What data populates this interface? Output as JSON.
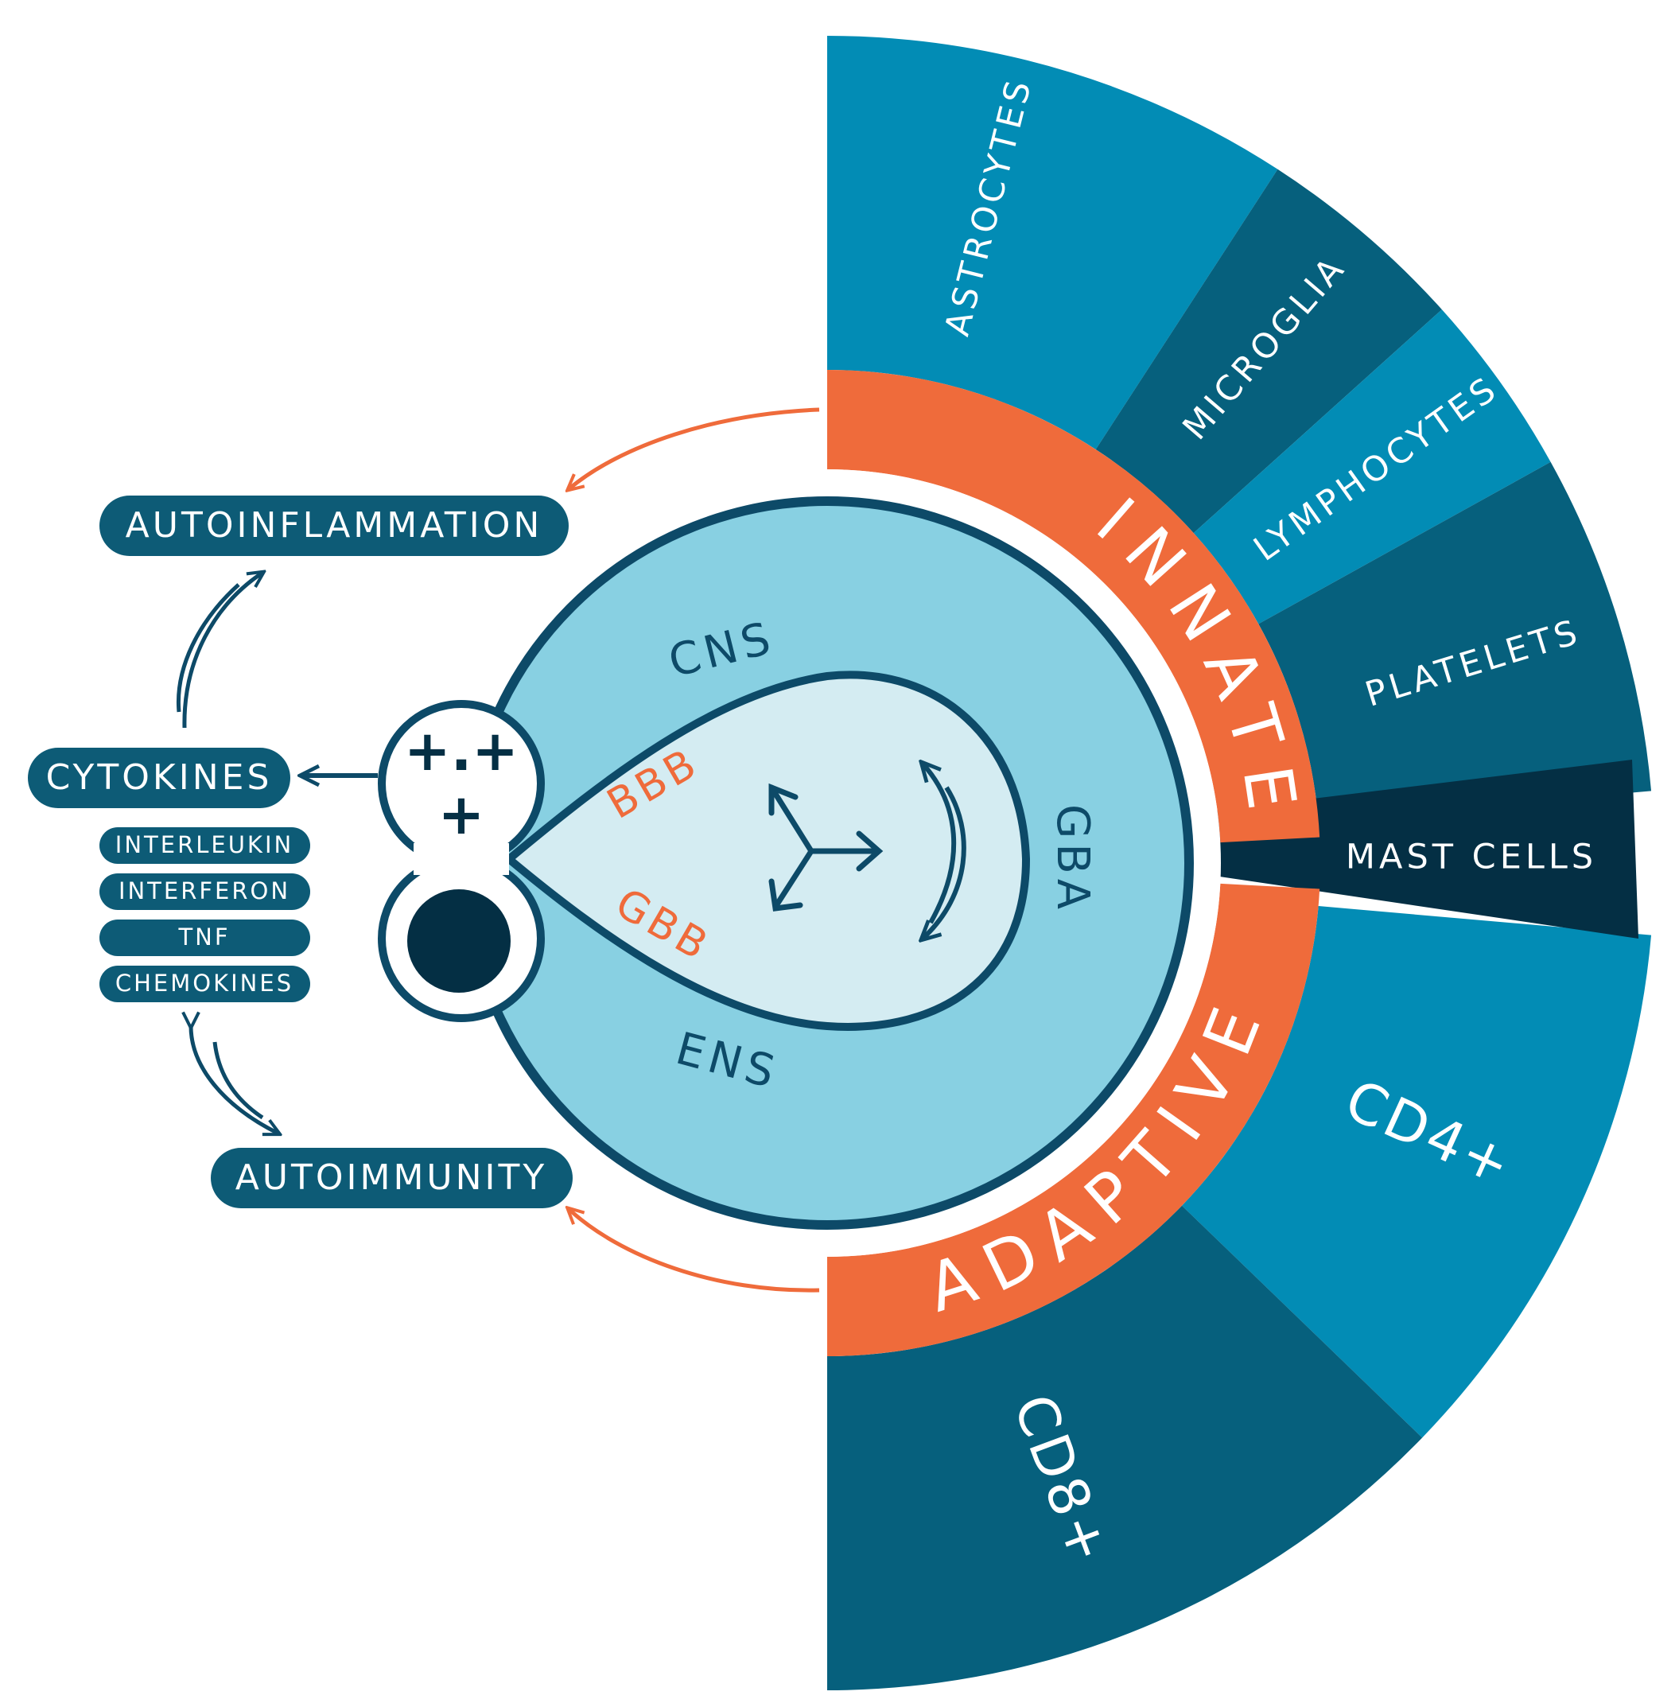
{
  "innate": {
    "band_label": "INNATE",
    "cells": [
      "ASTROCYTES",
      "MICROGLIA",
      "LYMPHOCYTES",
      "PLATELETS"
    ]
  },
  "mast_cells": "MAST CELLS",
  "adaptive": {
    "band_label": "ADAPTIVE",
    "cells": [
      "CD4+",
      "CD8+"
    ]
  },
  "core": {
    "cns": "CNS",
    "ens": "ENS",
    "gba": "GBA",
    "bbb": "BBB",
    "gbb": "GBB",
    "cell_symbols": "+.+",
    "cell_plus": "+"
  },
  "left": {
    "autoinflammation": "AUTOINFLAMMATION",
    "cytokines": "CYTOKINES",
    "cytokine_types": [
      "INTERLEUKIN",
      "INTERFERON",
      "TNF",
      "CHEMOKINES"
    ],
    "autoimmunity": "AUTOIMMUNITY"
  },
  "colors": {
    "blue_light": "#028cb5",
    "blue_dark": "#06607d",
    "navy": "#042f44",
    "orange": "#ef6b3b",
    "core_ring": "#88d0e2",
    "core_inner": "#d4ecf2",
    "outline": "#0d4a68",
    "pill": "#0d5b76"
  }
}
